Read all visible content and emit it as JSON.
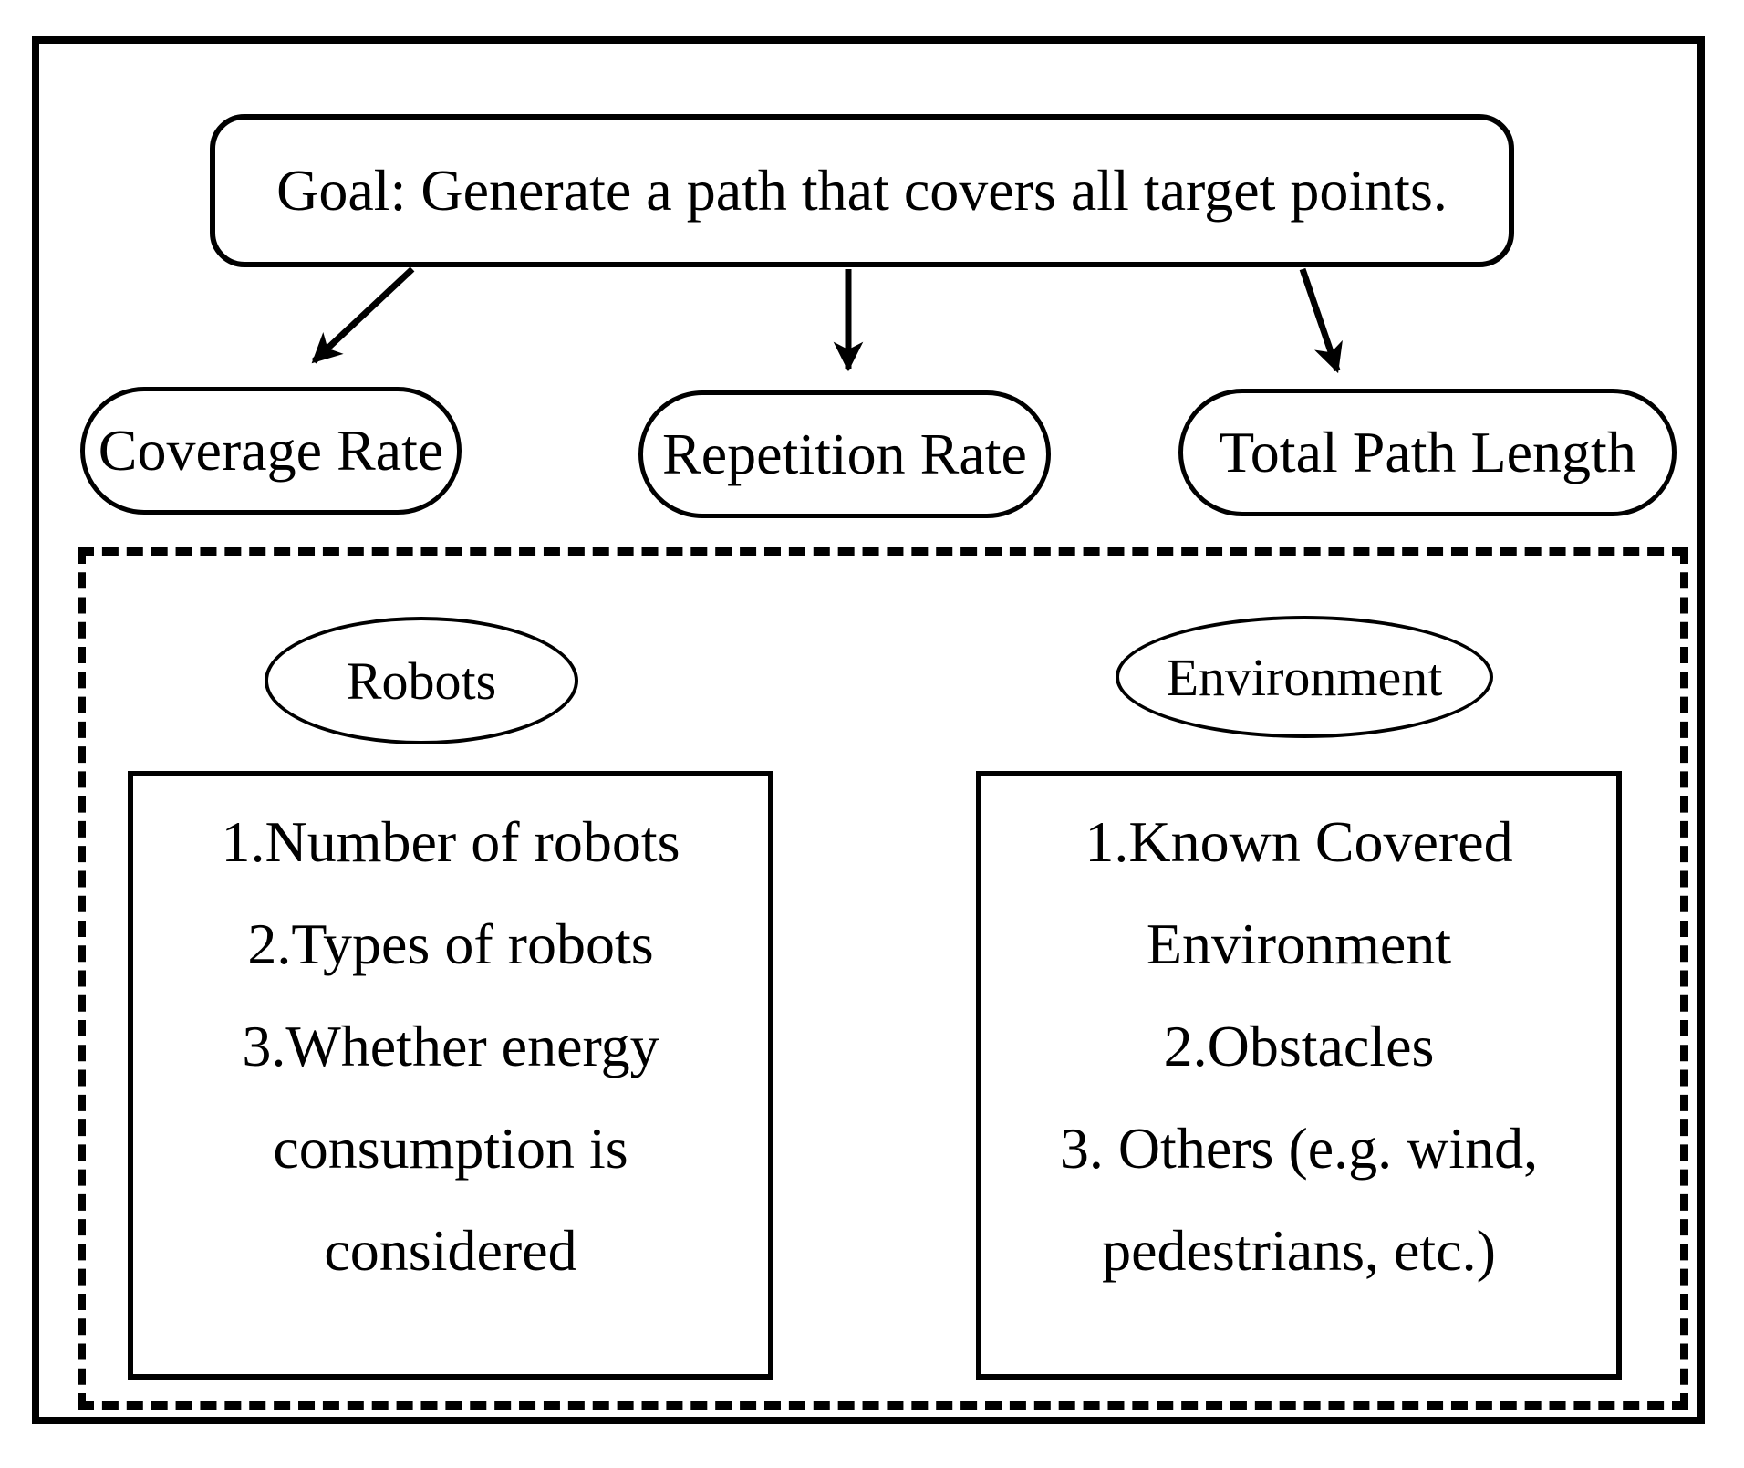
{
  "diagram": {
    "goal": {
      "label": "Goal: Generate a path that covers all target points."
    },
    "metrics": [
      {
        "label": "Coverage Rate"
      },
      {
        "label": "Repetition Rate"
      },
      {
        "label": "Total Path Length"
      }
    ],
    "groups": {
      "robots": {
        "title": "Robots",
        "items": [
          "1.Number of robots",
          "2.Types of robots",
          "3.Whether energy consumption is considered"
        ]
      },
      "environment": {
        "title": "Environment",
        "items": [
          "1.Known Covered Environment",
          "2.Obstacles",
          "3. Others (e.g. wind, pedestrians, etc.)"
        ]
      }
    },
    "colors": {
      "ink": "#000000",
      "background": "#ffffff"
    }
  }
}
